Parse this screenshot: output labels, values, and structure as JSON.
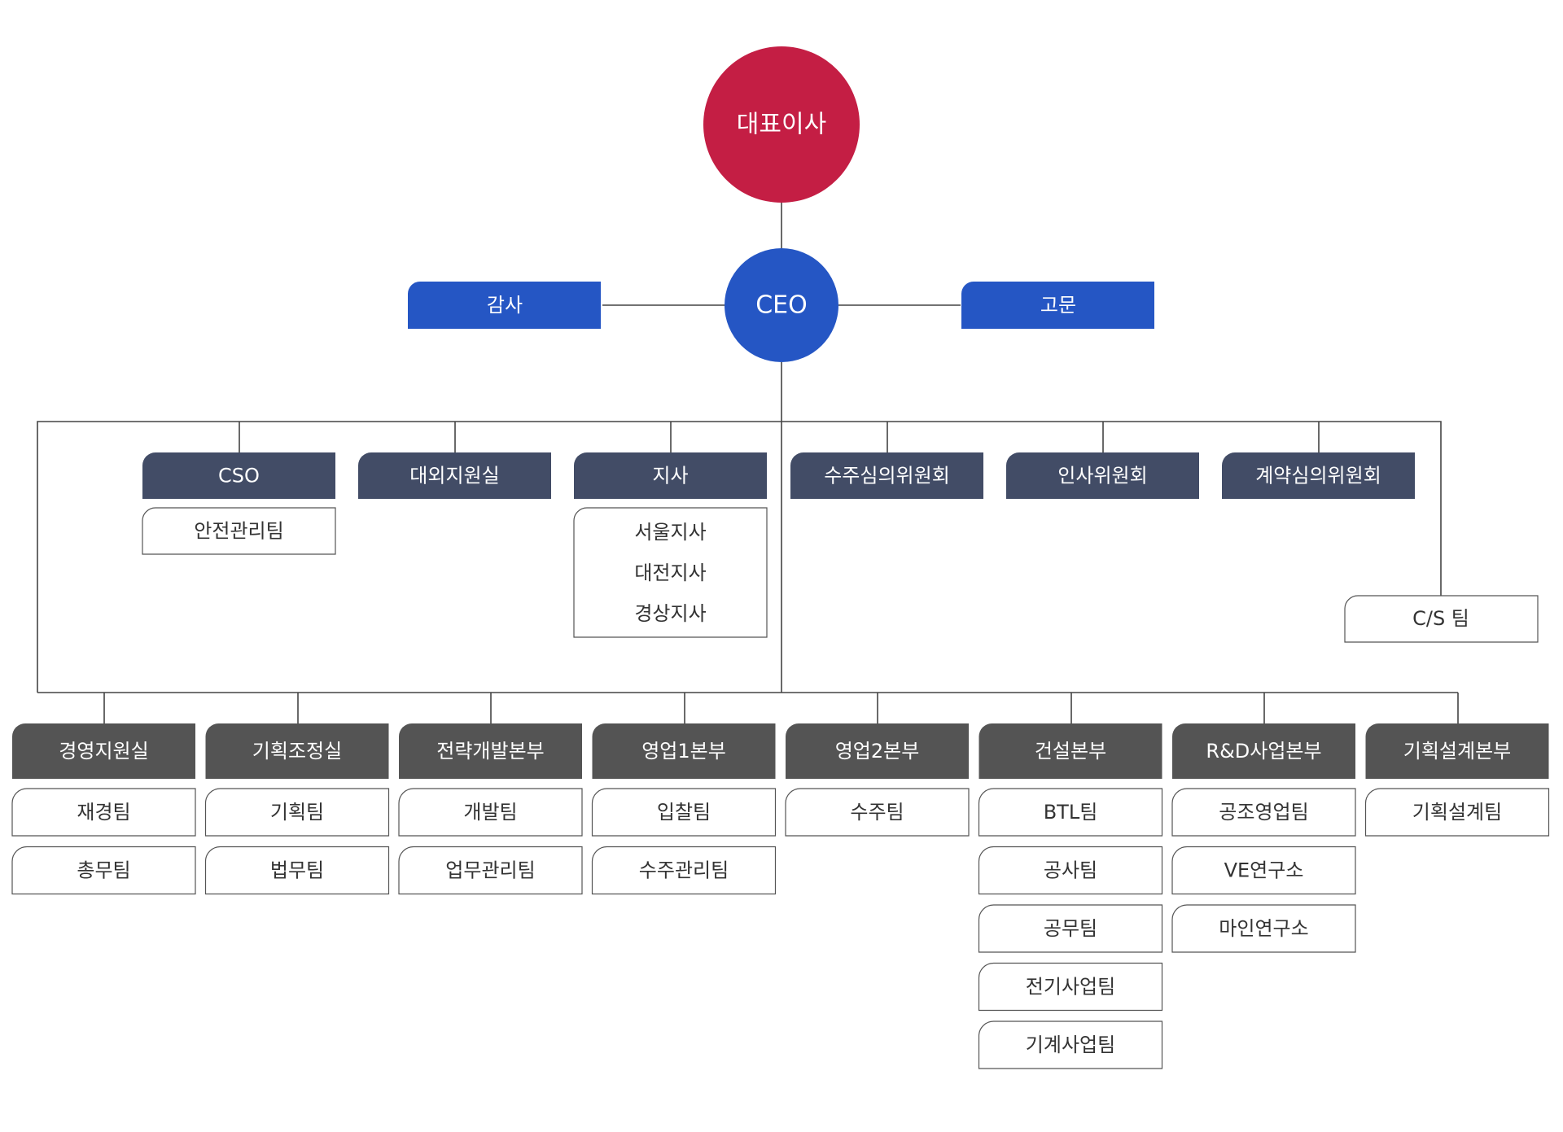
{
  "top": {
    "label": "대표이사"
  },
  "ceo": {
    "label": "CEO"
  },
  "audit": {
    "label": "감사"
  },
  "advisor": {
    "label": "고문"
  },
  "middle_units": [
    {
      "label": "CSO",
      "children": [
        "안전관리팀"
      ]
    },
    {
      "label": "대외지원실",
      "children": []
    },
    {
      "label": "지사",
      "children": [
        "서울지사",
        "대전지사",
        "경상지사"
      ]
    },
    {
      "label": "수주심의위원회",
      "children": []
    },
    {
      "label": "인사위원회",
      "children": []
    },
    {
      "label": "계약심의위원회",
      "children": []
    }
  ],
  "cs_team": {
    "label": "C/S 팀"
  },
  "divisions": [
    {
      "label": "경영지원실",
      "teams": [
        "재경팀",
        "총무팀"
      ]
    },
    {
      "label": "기획조정실",
      "teams": [
        "기획팀",
        "법무팀"
      ]
    },
    {
      "label": "전략개발본부",
      "teams": [
        "개발팀",
        "업무관리팀"
      ]
    },
    {
      "label": "영업1본부",
      "teams": [
        "입찰팀",
        "수주관리팀"
      ]
    },
    {
      "label": "영업2본부",
      "teams": [
        "수주팀"
      ]
    },
    {
      "label": "건설본부",
      "teams": [
        "BTL팀",
        "공사팀",
        "공무팀",
        "전기사업팀",
        "기계사업팀"
      ]
    },
    {
      "label": "R&D사업본부",
      "teams": [
        "공조영업팀",
        "VE연구소",
        "마인연구소"
      ]
    },
    {
      "label": "기획설계본부",
      "teams": [
        "기획설계팀"
      ]
    }
  ],
  "colors": {
    "top_circle": "#c41e44",
    "ceo_circle": "#2556c4",
    "side_box": "#2556c4",
    "middle_box": "#424c66",
    "division_box": "#545454",
    "team_border": "#555555"
  }
}
